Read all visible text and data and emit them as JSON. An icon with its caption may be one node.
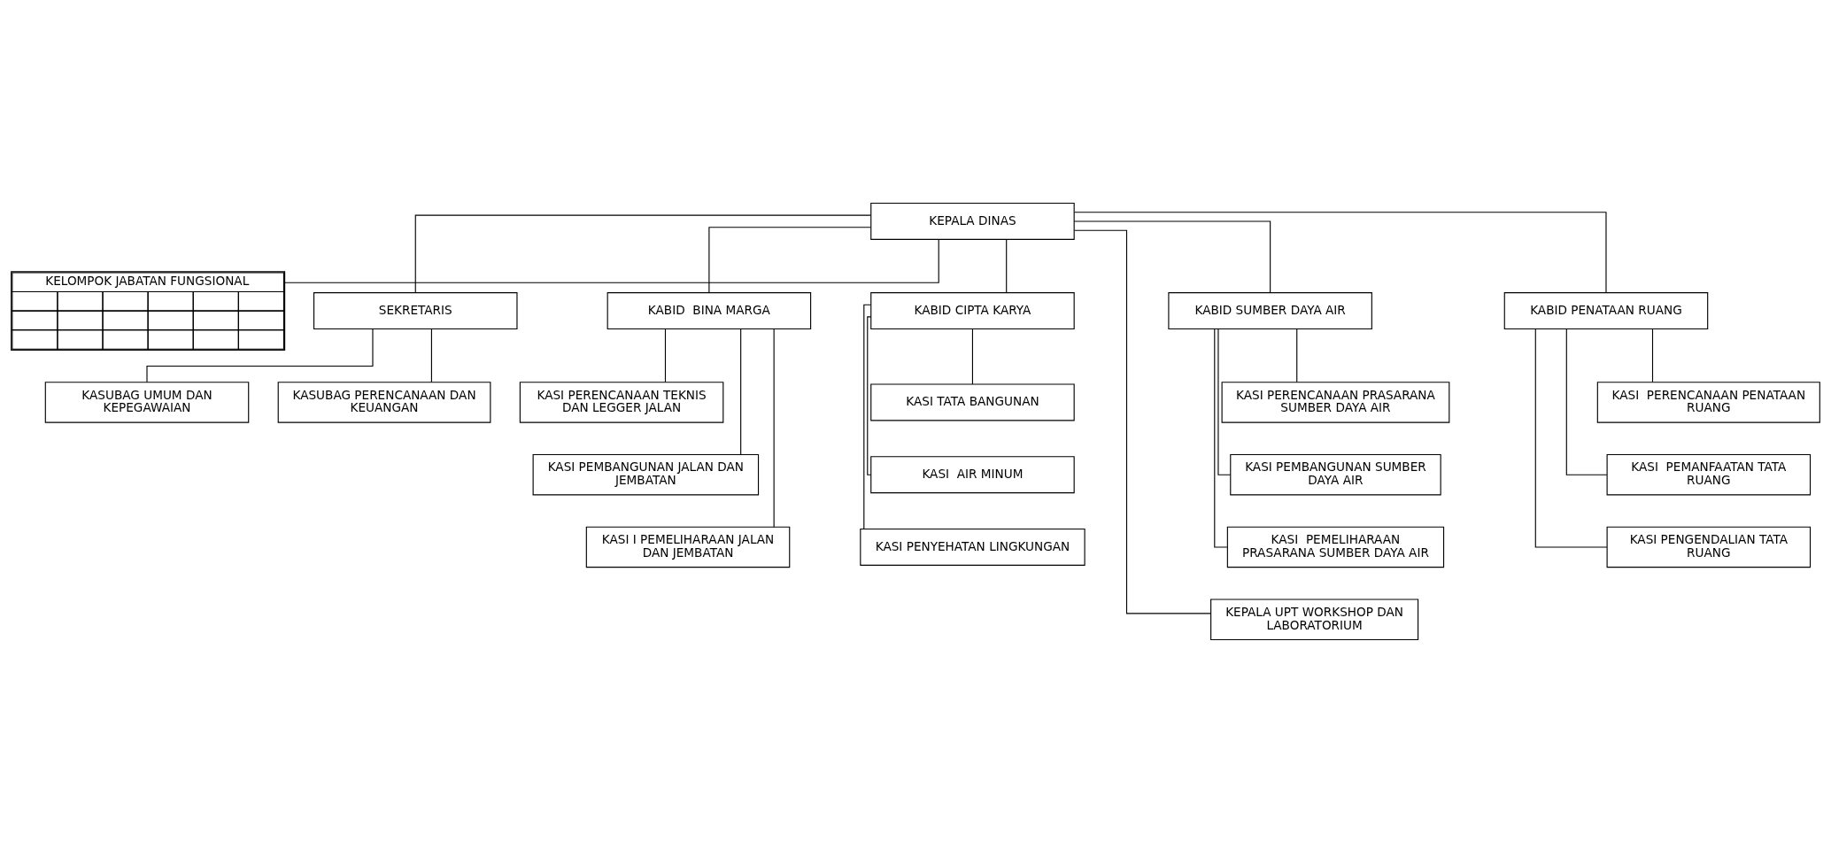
{
  "diagram": {
    "nodes": [
      {
        "text": [
          "KEPALA DINAS"
        ]
      },
      {
        "text": [
          "KELOMPOK JABATAN FUNGSIONAL"
        ]
      },
      {
        "text": [
          "SEKRETARIS"
        ]
      },
      {
        "text": [
          "KASUBAG UMUM DAN KEPEGAWAIAN"
        ]
      },
      {
        "text": [
          "KASUBAG PERENCANAAN DAN KEUANGAN"
        ]
      },
      {
        "text": [
          "KABID  BINA MARGA"
        ]
      },
      {
        "text": [
          "KASI PERENCANAAN TEKNIS DAN LEGGER JALAN"
        ]
      },
      {
        "text": [
          "KASI PEMBANGUNAN JALAN DAN JEMBATAN"
        ]
      },
      {
        "text": [
          "KASI I PEMELIHARAAN JALAN DAN JEMBATAN"
        ]
      },
      {
        "text": [
          "KABID CIPTA KARYA"
        ]
      },
      {
        "text": [
          "KASI TATA BANGUNAN"
        ]
      },
      {
        "text": [
          "KASI  AIR MINUM"
        ]
      },
      {
        "text": [
          "KASI PENYEHATAN LINGKUNGAN"
        ]
      },
      {
        "text": [
          "KABID SUMBER DAYA AIR"
        ]
      },
      {
        "text": [
          "KASI PERENCANAAN PRASARANA SUMBER DAYA AIR"
        ]
      },
      {
        "text": [
          "KASI PEMBANGUNAN SUMBER DAYA AIR"
        ]
      },
      {
        "text": [
          "KASI  PEMELIHARAAN PRASARANA SUMBER DAYA AIR"
        ]
      },
      {
        "text": [
          "KABID PENATAAN RUANG"
        ]
      },
      {
        "text": [
          "KASI  PERENCANAAN PENATAAN RUANG"
        ]
      },
      {
        "text": [
          "KASI  PEMANFAATAN TATA RUANG"
        ]
      },
      {
        "text": [
          "KASI PENGENDALIAN TATA RUANG"
        ]
      },
      {
        "text": [
          "KEPALA UPT WORKSHOP DAN LABORATORIUM"
        ]
      }
    ],
    "edges": [
      {
        "from": 0,
        "to": 1,
        "arrow": "none"
      },
      {
        "from": 0,
        "to": 2,
        "arrow": "none"
      },
      {
        "from": 2,
        "to": 3,
        "arrow": "none"
      },
      {
        "from": 2,
        "to": 4,
        "arrow": "none"
      },
      {
        "from": 0,
        "to": 5,
        "arrow": "none"
      },
      {
        "from": 0,
        "to": 9,
        "arrow": "none"
      },
      {
        "from": 0,
        "to": 13,
        "arrow": "none"
      },
      {
        "from": 0,
        "to": 17,
        "arrow": "none"
      },
      {
        "from": 5,
        "to": 6,
        "arrow": "none"
      },
      {
        "from": 5,
        "to": 7,
        "arrow": "none"
      },
      {
        "from": 5,
        "to": 8,
        "arrow": "none"
      },
      {
        "from": 9,
        "to": 10,
        "arrow": "none"
      },
      {
        "from": 9,
        "to": 11,
        "arrow": "none"
      },
      {
        "from": 9,
        "to": 12,
        "arrow": "none"
      },
      {
        "from": 13,
        "to": 14,
        "arrow": "none"
      },
      {
        "from": 13,
        "to": 15,
        "arrow": "none"
      },
      {
        "from": 13,
        "to": 16,
        "arrow": "none"
      },
      {
        "from": 17,
        "to": 18,
        "arrow": "none"
      },
      {
        "from": 17,
        "to": 19,
        "arrow": "none"
      },
      {
        "from": 17,
        "to": 20,
        "arrow": "none"
      },
      {
        "from": 0,
        "to": 21,
        "arrow": "none"
      }
    ]
  }
}
